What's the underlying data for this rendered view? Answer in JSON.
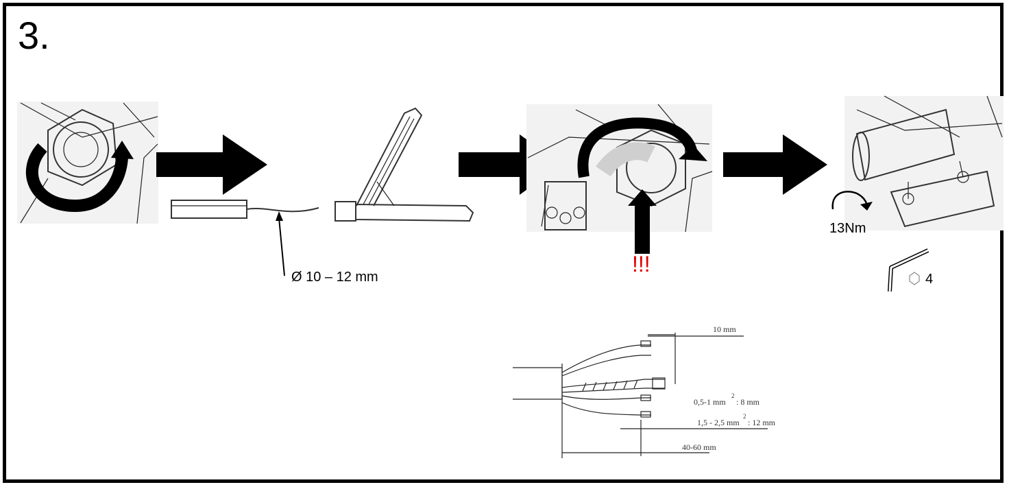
{
  "step_number": "3.",
  "labels": {
    "cable_diameter": "Ø 10 – 12 mm",
    "warning": "!!!",
    "torque": "13Nm",
    "hex_size": "4"
  },
  "dimensions": {
    "strip_length": "10 mm",
    "small_section": "0,5-1 mm",
    "small_section_length": ": 8 mm",
    "large_section": "1,5 - 2,5 mm",
    "large_section_length": ": 12 mm",
    "sheath_strip": "40-60 mm",
    "squared": "2"
  },
  "colors": {
    "arrow": "#000000",
    "warning": "#e00000"
  }
}
